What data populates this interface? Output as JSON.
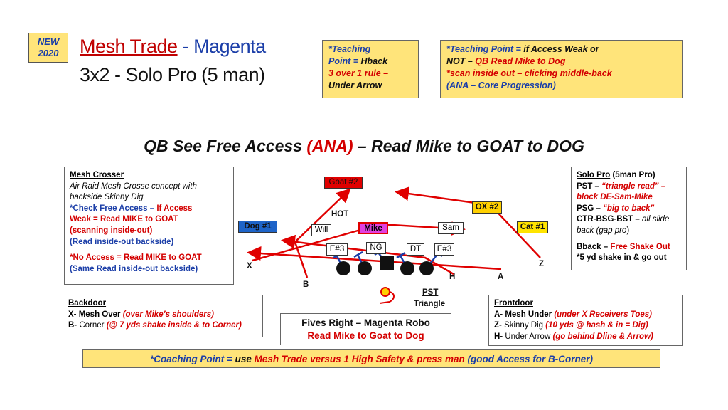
{
  "badge": {
    "line1": "NEW",
    "line2": "2020"
  },
  "title": {
    "play": "Mesh Trade",
    "sep": " - ",
    "color": "Magenta",
    "formation": "3x2 - Solo Pro (5 man)"
  },
  "teaching_point_1": {
    "l1": "*Teaching",
    "l2a": "Point = ",
    "l2b": "Hback",
    "l3": "3 over 1 rule –",
    "l4": "Under Arrow"
  },
  "teaching_point_2": {
    "l1a": "*Teaching Point = ",
    "l1b": "if Access Weak or",
    "l2a": "NOT – ",
    "l2b": "QB Read Mike to Dog",
    "l3": "*scan inside out – clicking middle-back",
    "l4": "(ANA – Core Progression)"
  },
  "heading": {
    "pre": "QB See Free Access ",
    "ana": "(ANA)",
    "post": " – Read Mike to GOAT to DOG"
  },
  "mesh_crosser": {
    "title": "Mesh Crosser",
    "l1": "Air Raid Mesh Crosse concept with",
    "l2": "backside Skinny Dig",
    "l3a": "*Check Free Access – ",
    "l3b": "If Access",
    "l4": "Weak = Read MIKE to GOAT",
    "l5": "(scanning inside-out)",
    "l6": "(Read inside-out backside)",
    "l7": "*No Access = Read MIKE to GOAT",
    "l8": "(Same Read inside-out backside)"
  },
  "solo_pro": {
    "title": "Solo Pro",
    "title_note": " (5man Pro)",
    "l1a": "PST – ",
    "l1b": "“triangle read” –",
    "l2": "block DE-Sam-Mike",
    "l3a": "PSG – ",
    "l3b": "“big to back”",
    "l4a": "CTR-BSG-BST – ",
    "l4b": "all slide",
    "l5a": "back (gap pro",
    "l5b": ")",
    "l6a": "Bback – ",
    "l6b": "Free Shake Out",
    "l7": "*5 yd shake in & go out"
  },
  "backdoor": {
    "title": "Backdoor",
    "l1a": "X- Mesh Over ",
    "l1b": "(over Mike’s shoulders)",
    "l2a": "B- ",
    "l2b": "Corner ",
    "l2c": "(@ 7 yds shake inside & to Corner)"
  },
  "frontdoor": {
    "title": "Frontdoor",
    "l1a": "A- Mesh Under ",
    "l1b": "(under X Receivers Toes)",
    "l2a": "Z- ",
    "l2b": "Skinny Dig ",
    "l2c": "(10 yds @ hash & in = Dig)",
    "l3a": "H- ",
    "l3b": "Under Arrow ",
    "l3c": "(go behind Dline & Arrow)"
  },
  "fives": {
    "l1": "Fives Right – Magenta Robo",
    "l2": "Read Mike to Goat to Dog"
  },
  "coaching_point": {
    "a": "*Coaching Point = ",
    "b": "use ",
    "c": "Mesh Trade versus 1 High Safety & press man ",
    "d": "(good Access for B-Corner)"
  },
  "field": {
    "goat": "Goat #2",
    "ox": "OX #2",
    "dog": "Dog #1",
    "cat": "Cat #1",
    "hot": "HOT",
    "will": "Will",
    "mike": "Mike",
    "sam": "Sam",
    "e3_left": "E#3",
    "ng": "NG",
    "dt": "DT",
    "e3_right": "E#3",
    "x": "X",
    "z": "Z",
    "h": "H",
    "a": "A",
    "b": "B",
    "pst": "PST",
    "triangle": "Triangle"
  },
  "colors": {
    "route_red": "#e00000",
    "accent_blue": "#1b3ea8",
    "note_yellow": "#ffe47a",
    "mike_magenta": "#e040e0",
    "dog_blue": "#1e64c8",
    "cat_yellow": "#ffe400",
    "goat_red": "#e00000",
    "ox_yellow": "#ffd000"
  }
}
